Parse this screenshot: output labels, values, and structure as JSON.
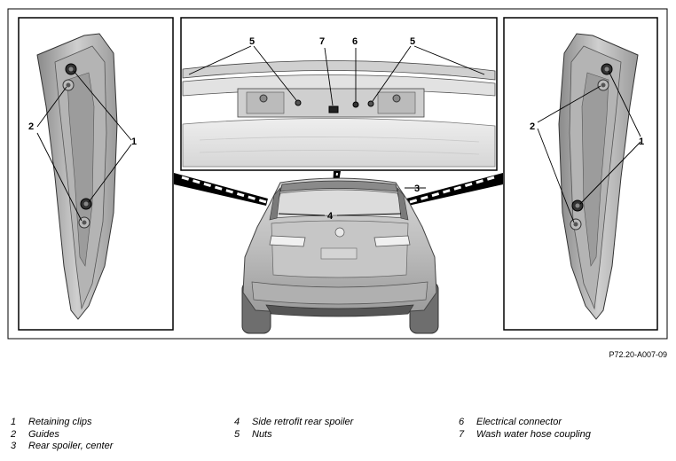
{
  "callouts": {
    "retaining_clips": "1",
    "guides": "2",
    "rear_spoiler_center": "3",
    "side_retrofit_rear_spoiler": "4",
    "nuts": "5",
    "electrical_connector": "6",
    "wash_water_hose_coupling": "7"
  },
  "figure_ref": "P72.20-A007-09",
  "legend": [
    {
      "num": "1",
      "label": "Retaining clips"
    },
    {
      "num": "2",
      "label": "Guides"
    },
    {
      "num": "3",
      "label": "Rear spoiler, center"
    },
    {
      "num": "4",
      "label": "Side retrofit rear spoiler"
    },
    {
      "num": "5",
      "label": "Nuts"
    },
    {
      "num": "6",
      "label": "Electrical connector"
    },
    {
      "num": "7",
      "label": "Wash water hose coupling"
    }
  ]
}
